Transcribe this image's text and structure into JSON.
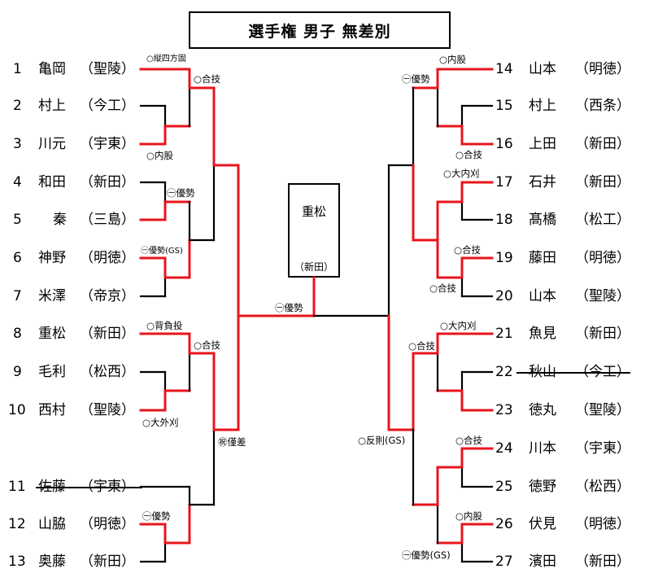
{
  "title": "選手権 男子 無差別",
  "winner": {
    "name": "重松",
    "school": "（新田）"
  },
  "left_players": [
    {
      "seed": "1",
      "name": "亀岡",
      "school": "（聖陵）"
    },
    {
      "seed": "2",
      "name": "村上",
      "school": "（今工）"
    },
    {
      "seed": "3",
      "name": "川元",
      "school": "（宇東）"
    },
    {
      "seed": "4",
      "name": "和田",
      "school": "（新田）"
    },
    {
      "seed": "5",
      "name": "秦",
      "school": "（三島）"
    },
    {
      "seed": "6",
      "name": "神野",
      "school": "（明徳）"
    },
    {
      "seed": "7",
      "name": "米澤",
      "school": "（帝京）"
    },
    {
      "seed": "8",
      "name": "重松",
      "school": "（新田）"
    },
    {
      "seed": "9",
      "name": "毛利",
      "school": "（松西）"
    },
    {
      "seed": "10",
      "name": "西村",
      "school": "（聖陵）"
    },
    {
      "seed": "11",
      "name": "佐藤",
      "school": "（宇東）",
      "withdrawn": true
    },
    {
      "seed": "12",
      "name": "山脇",
      "school": "（明徳）"
    },
    {
      "seed": "13",
      "name": "奥藤",
      "school": "（新田）"
    }
  ],
  "right_players": [
    {
      "seed": "14",
      "name": "山本",
      "school": "（明徳）"
    },
    {
      "seed": "15",
      "name": "村上",
      "school": "（西条）"
    },
    {
      "seed": "16",
      "name": "上田",
      "school": "（新田）"
    },
    {
      "seed": "17",
      "name": "石井",
      "school": "（新田）"
    },
    {
      "seed": "18",
      "name": "髙橋",
      "school": "（松工）"
    },
    {
      "seed": "19",
      "name": "藤田",
      "school": "（明徳）"
    },
    {
      "seed": "20",
      "name": "山本",
      "school": "（聖陵）"
    },
    {
      "seed": "21",
      "name": "魚見",
      "school": "（新田）"
    },
    {
      "seed": "22",
      "name": "秋山",
      "school": "（今工）",
      "withdrawn": true
    },
    {
      "seed": "23",
      "name": "徳丸",
      "school": "（聖陵）"
    },
    {
      "seed": "24",
      "name": "川本",
      "school": "（宇東）"
    },
    {
      "seed": "25",
      "name": "徳野",
      "school": "（松西）"
    },
    {
      "seed": "26",
      "name": "伏見",
      "school": "（明徳）"
    },
    {
      "seed": "27",
      "name": "濱田",
      "school": "（新田）"
    }
  ],
  "results": {
    "l1": "○縦四方固",
    "l2": "○合技",
    "l3": "○内股",
    "l4": "㊀優勢",
    "l5": "㊀優勢(GS)",
    "l6": "○背負投",
    "l7": "○合技",
    "l8": "○大外刈",
    "l9": "㊀優勢",
    "l10": "㊗僅差",
    "final": "㊀優勢",
    "r1": "○内股",
    "r2": "㊀優勢",
    "r3": "○合技",
    "r4": "○大内刈",
    "r5": "○合技",
    "r6": "○合技",
    "r7": "○大内刈",
    "r8": "○合技",
    "r9": "○反則(GS)",
    "r10": "○合技",
    "r11": "○内股",
    "r12": "㊀優勢(GS)"
  },
  "colors": {
    "win": "#e8141e",
    "line": "#000000"
  }
}
